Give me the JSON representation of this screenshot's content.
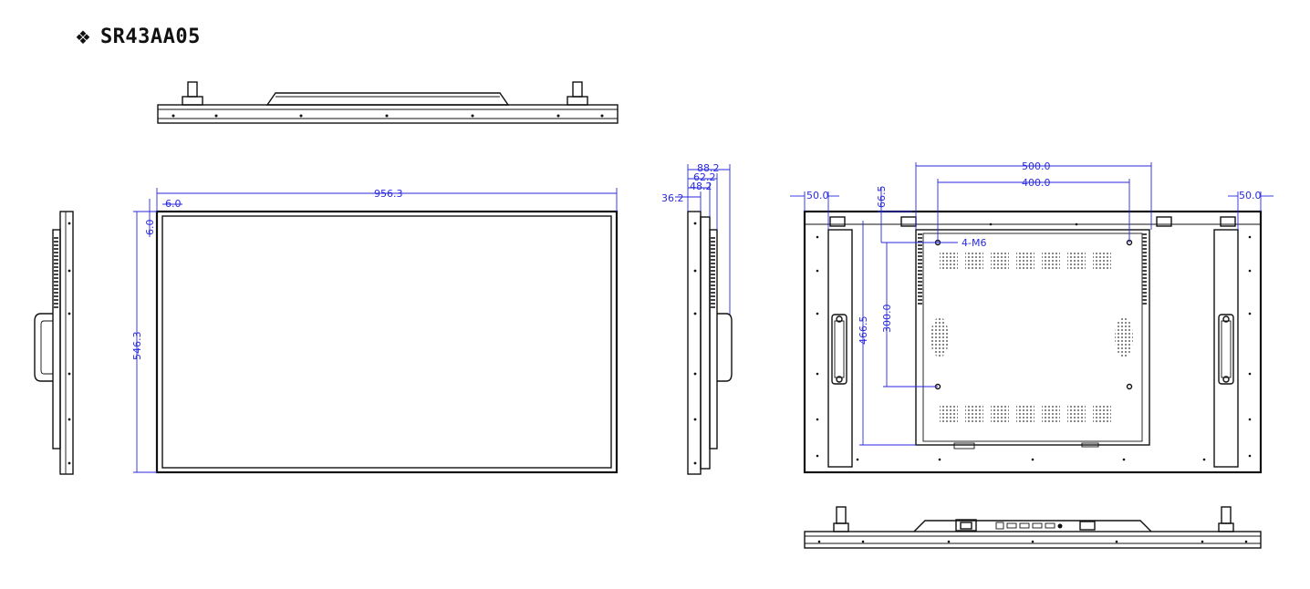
{
  "heading": {
    "bullet": "❖",
    "model": "SR43AA05"
  },
  "dimensions": {
    "front_width": "956.3",
    "front_height": "546.3",
    "bezel_top": "6.0",
    "bezel_side": "6.0",
    "depth_total": "88.2",
    "depth_2": "62.2",
    "depth_3": "48.2",
    "depth_panel": "36.2",
    "rear_vesa_h_outer": "500.0",
    "rear_vesa_h_inner": "400.0",
    "rear_margin_left": "50.0",
    "rear_margin_right": "50.0",
    "rear_top_offset": "66.5",
    "rear_vesa_v": "300.0",
    "rear_height_mount": "466.5",
    "screw_label": "4-M6"
  },
  "colors": {
    "dimension": "#2a2ae0",
    "line": "#111111"
  }
}
